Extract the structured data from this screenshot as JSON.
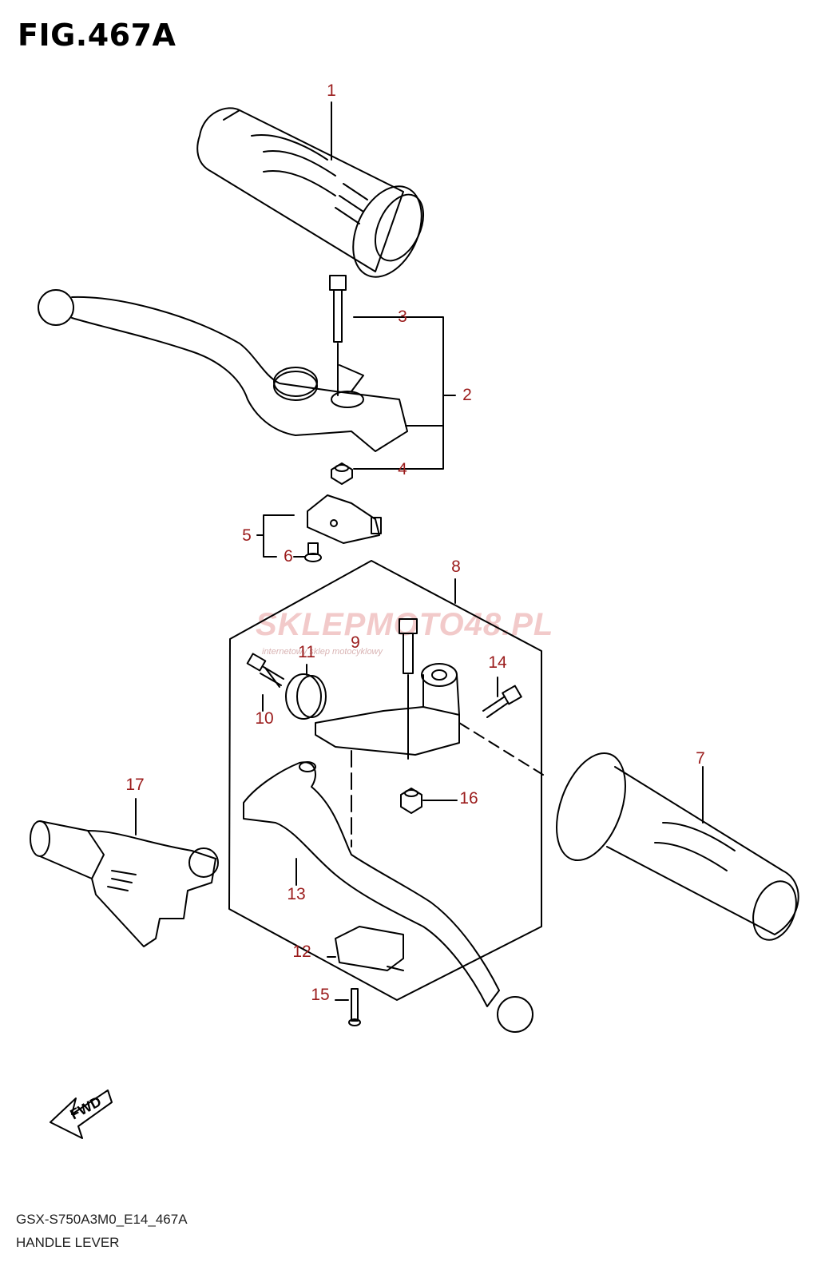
{
  "figure": {
    "title": "FIG.467A"
  },
  "watermark": {
    "brand": "SKLEPMOTO48.PL",
    "tagline": "internetowy sklep motocyklowy"
  },
  "callouts": [
    "1",
    "2",
    "3",
    "4",
    "5",
    "6",
    "7",
    "8",
    "9",
    "10",
    "11",
    "12",
    "13",
    "14",
    "15",
    "16",
    "17"
  ],
  "fwd_badge": "FWD",
  "footer": {
    "code": "GSX-S750A3M0_E14_467A",
    "caption": "HANDLE LEVER"
  },
  "colors": {
    "callout": "#9b1c1c",
    "line": "#000000",
    "watermark": "#f2caca"
  }
}
